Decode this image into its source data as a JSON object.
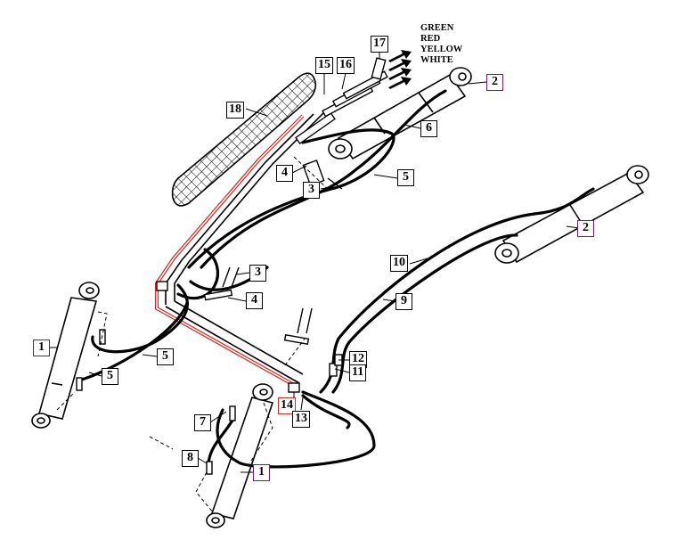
{
  "colors": {
    "outline": "#000000",
    "highlight": "#e0201c",
    "accent": "#6a1b7a"
  },
  "legend": {
    "items": [
      "GREEN",
      "RED",
      "YELLOW",
      "WHITE"
    ]
  },
  "callouts": {
    "c17": "17",
    "c15": "15",
    "c16": "16",
    "c18": "18",
    "c2a": "2",
    "c6": "6",
    "c4a": "4",
    "c3a": "3",
    "c5a": "5",
    "c2b": "2",
    "c10": "10",
    "c3b": "3",
    "c4b": "4",
    "c9": "9",
    "c1a": "1",
    "c5b": "5",
    "c5c": "5",
    "c12": "12",
    "c11": "11",
    "c14": "14",
    "c13": "13",
    "c7": "7",
    "c8": "8",
    "c1b": "1"
  }
}
